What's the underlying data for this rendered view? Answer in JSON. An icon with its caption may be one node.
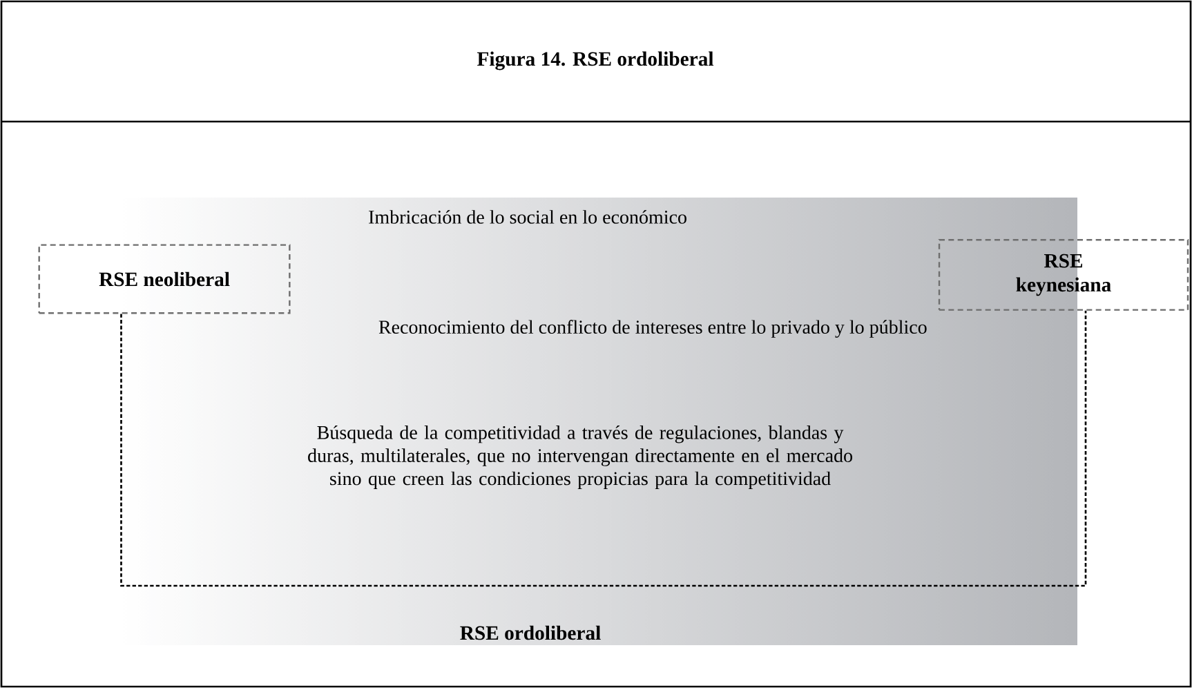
{
  "diagram": {
    "title": "Figura 14. RSE ordoliberal",
    "nodes": [
      {
        "text": [
          "Imbricación de lo social en lo económico",
          "Reconocimiento del conflicto de intereses entre lo privado y lo público",
          "Búsqueda de la competitividad a través de regulaciones, blandas y duras, multilaterales, que no intervengan directamente en el mercado sino que creen las condiciones propicias para la competitividad",
          "RSE ordoliberal"
        ]
      },
      {
        "text": [
          "RSE neoliberal"
        ]
      },
      {
        "text": [
          "RSE keynesiana"
        ]
      }
    ],
    "edges": [
      {
        "from": 1,
        "to": 2,
        "arrow": "none",
        "style": "dashed"
      }
    ]
  }
}
